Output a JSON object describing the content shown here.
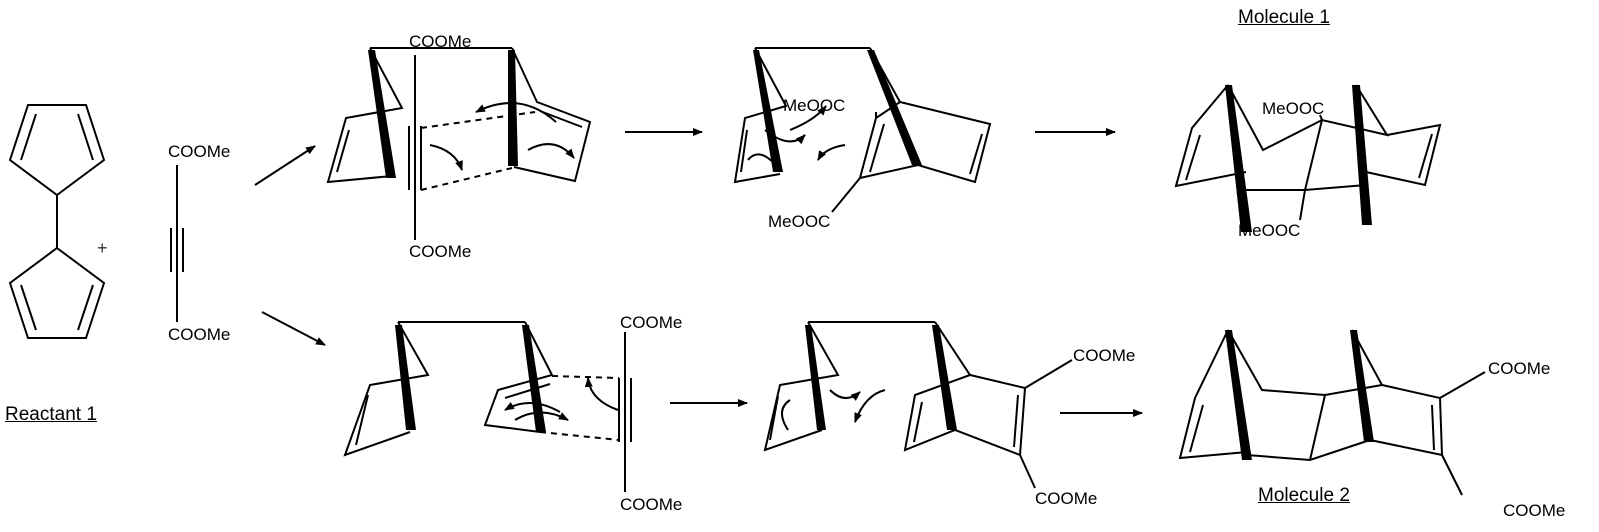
{
  "labels": {
    "reactant": "Reactant 1",
    "molecule1": "Molecule 1",
    "molecule2": "Molecule 2",
    "plus": "+"
  },
  "groups": {
    "ester": "COOMe",
    "ester_rev": "MeOOC"
  }
}
